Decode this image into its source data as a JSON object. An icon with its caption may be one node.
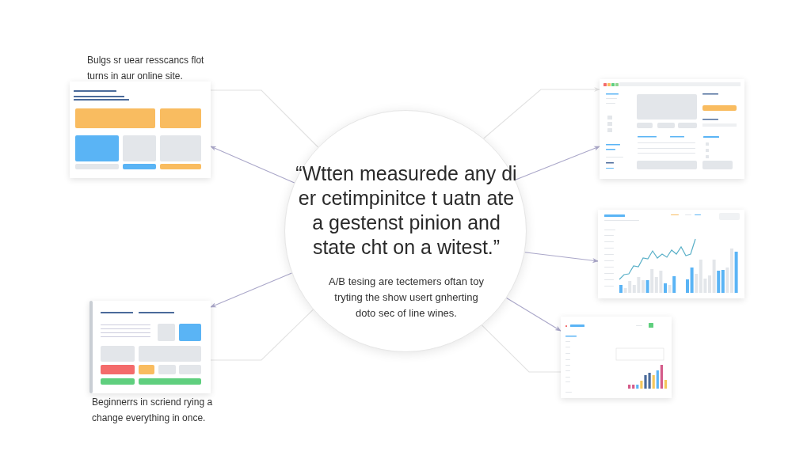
{
  "diagram": {
    "nodes": [
      {
        "text": [
          "“Wtten measurede any di er cetimpinitce t uatn ate a gestenst pinion and state cht on a witest.”",
          "A/B tesing are tectemers oftan toy tryting the show usert gnherting doto sec of line wines."
        ]
      },
      {
        "text": [],
        "shape": "picture",
        "beside": [
          "Bulgs sr uear resscancs flot turns in aur online site."
        ]
      },
      {
        "text": [],
        "shape": "picture",
        "beside": [
          "Beginnerrs in scriend rying a change everything in once."
        ]
      },
      {
        "text": [],
        "shape": "picture"
      },
      {
        "text": [],
        "shape": "picture"
      },
      {
        "text": [],
        "shape": "picture"
      }
    ],
    "edges": [
      {
        "from": 0,
        "to": 1,
        "arrow": "to"
      },
      {
        "from": 0,
        "to": 2,
        "arrow": "to"
      },
      {
        "from": 0,
        "to": 3,
        "arrow": "to"
      },
      {
        "from": 0,
        "to": 4,
        "arrow": "to"
      },
      {
        "from": 0,
        "to": 5,
        "arrow": "to"
      },
      {
        "from": 0,
        "to": 1,
        "arrow": "none",
        "color": "#e2e2e2"
      },
      {
        "from": 0,
        "to": 2,
        "arrow": "none",
        "color": "#e2e2e2"
      },
      {
        "from": 0,
        "to": 3,
        "arrow": "to",
        "color": "#e2e2e2"
      },
      {
        "from": 0,
        "to": 5,
        "arrow": "none",
        "color": "#e2e2e2"
      }
    ]
  }
}
